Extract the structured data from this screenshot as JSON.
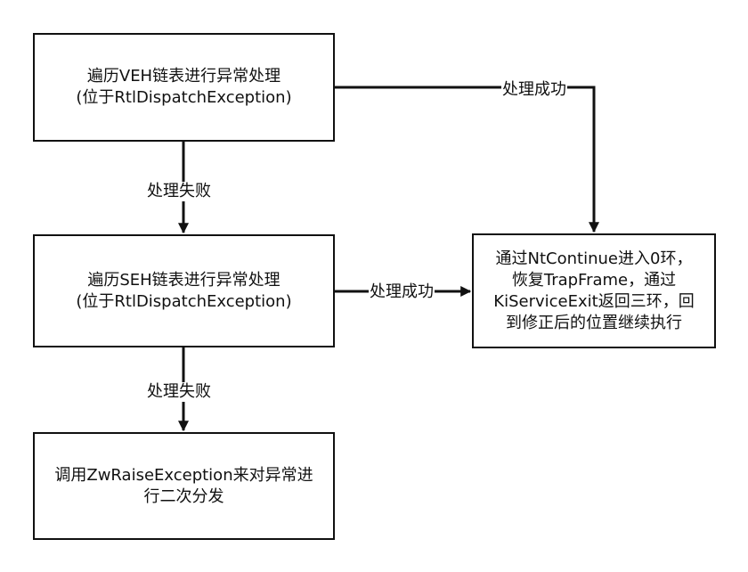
{
  "nodes": {
    "veh": {
      "line1": "遍历VEH链表进行异常处理",
      "line2": "(位于RtlDispatchException)"
    },
    "seh": {
      "line1": "遍历SEH链表进行异常处理",
      "line2": "(位于RtlDispatchException)"
    },
    "zw": {
      "line1": "调用ZwRaiseException来对异常进",
      "line2": "行二次分发"
    },
    "ntcontinue": {
      "line1": "通过NtContinue进入0环，",
      "line2": "恢复TrapFrame，通过",
      "line3": "KiServiceExit返回三环，回",
      "line4": "到修正后的位置继续执行"
    }
  },
  "edges": {
    "veh_to_seh": "处理失败",
    "seh_to_zw": "处理失败",
    "veh_to_ntcontinue": "处理成功",
    "seh_to_ntcontinue": "处理成功"
  },
  "colors": {
    "stroke": "#111111",
    "background": "#ffffff"
  }
}
